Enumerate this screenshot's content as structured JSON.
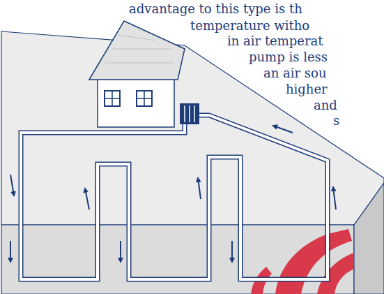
{
  "diagram": {
    "labels": [
      "advantage to this type is th",
      "temperature witho",
      "in air temperat",
      "pump is less",
      "an air sou",
      "higher",
      "and",
      "s"
    ]
  }
}
